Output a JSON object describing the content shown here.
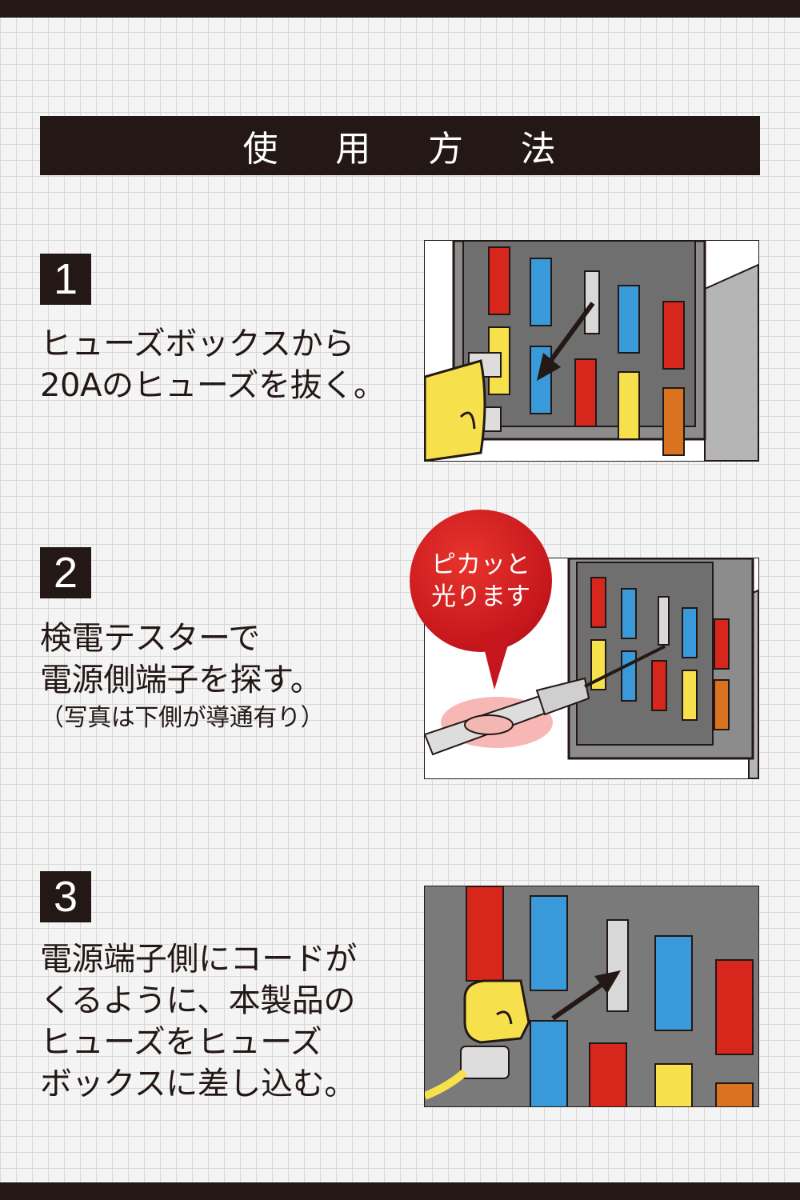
{
  "header": {
    "chars": [
      "使",
      "用",
      "方",
      "法"
    ]
  },
  "steps": [
    {
      "number": "1",
      "lines": [
        "ヒューズボックスから",
        "20Aのヒューズを抜く。"
      ]
    },
    {
      "number": "2",
      "lines": [
        "検電テスターで",
        "電源側端子を探す。"
      ],
      "note": "（写真は下側が導通有り）"
    },
    {
      "number": "3",
      "lines": [
        "電源端子側にコードが",
        "くるように、本製品の",
        "ヒューズをヒューズ",
        "ボックスに差し込む。"
      ]
    }
  ],
  "bubble": {
    "lines": [
      "ピカッと",
      "光ります"
    ]
  },
  "colors": {
    "dark": "#231815",
    "red": "#d7261b",
    "blue": "#3a9ad9",
    "yellow": "#f6e04b",
    "orange": "#d9731f",
    "box": "#8c8c8c"
  }
}
